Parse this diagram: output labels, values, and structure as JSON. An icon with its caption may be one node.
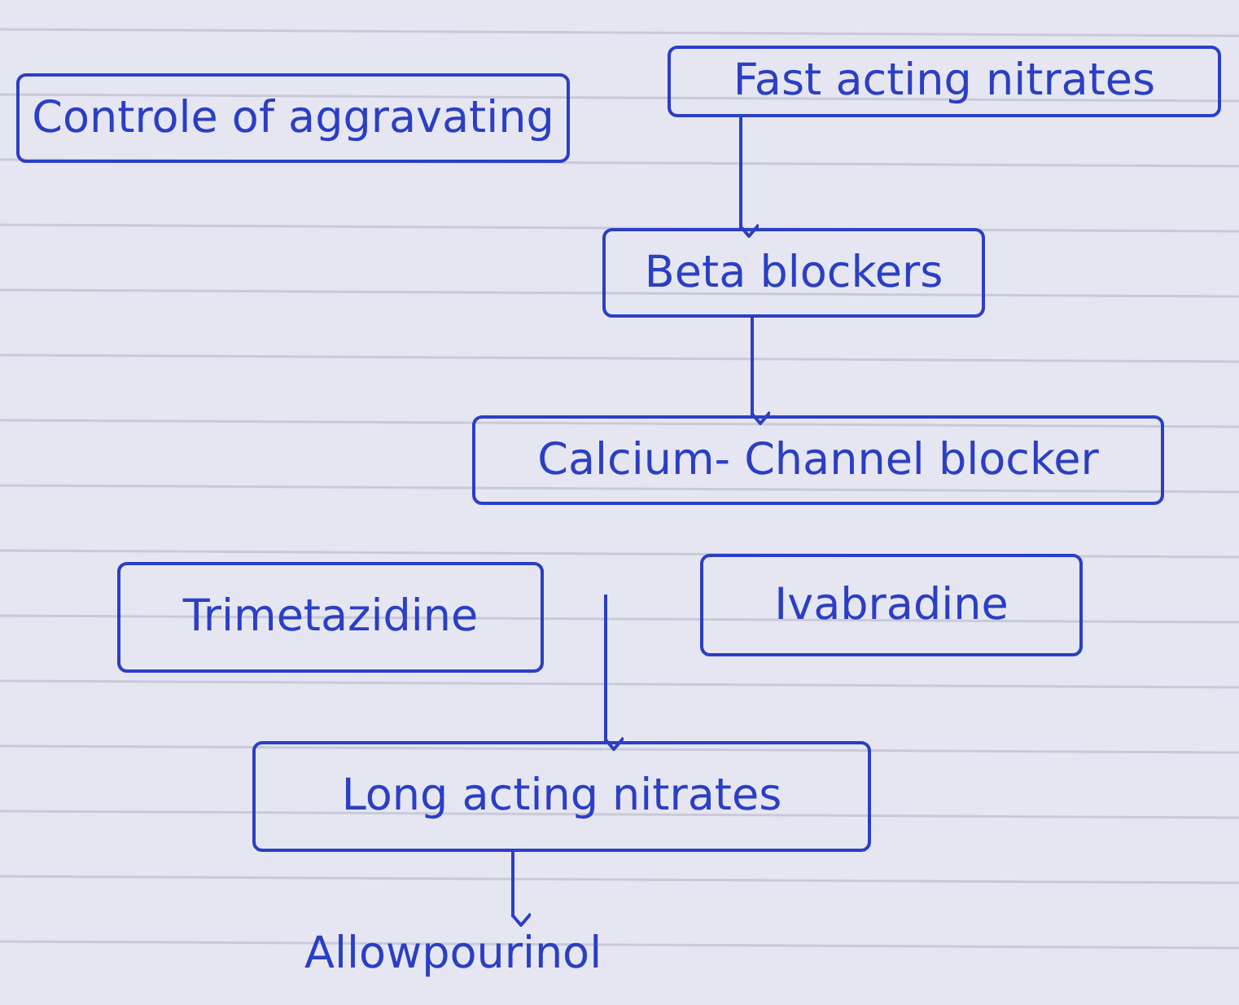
{
  "diagram": {
    "nodes": [
      {
        "text": [
          "Controle of aggravating"
        ]
      },
      {
        "text": [
          "Fast acting nitrates"
        ]
      },
      {
        "text": [
          "Beta blockers"
        ]
      },
      {
        "text": [
          "Calcium- Channel blocker"
        ]
      },
      {
        "text": [
          "Trimetazidine"
        ]
      },
      {
        "text": [
          "Ivabradine"
        ]
      },
      {
        "text": [
          "Long acting nitrates"
        ]
      },
      {
        "text": [
          "Allowpourinol"
        ]
      }
    ],
    "edges": [
      {
        "from": 1,
        "to": 2,
        "arrow": "to"
      },
      {
        "from": 2,
        "to": 3,
        "arrow": "to"
      },
      {
        "from": null,
        "to": 6,
        "arrow": "to"
      },
      {
        "from": 6,
        "to": 7,
        "arrow": "to"
      }
    ]
  }
}
